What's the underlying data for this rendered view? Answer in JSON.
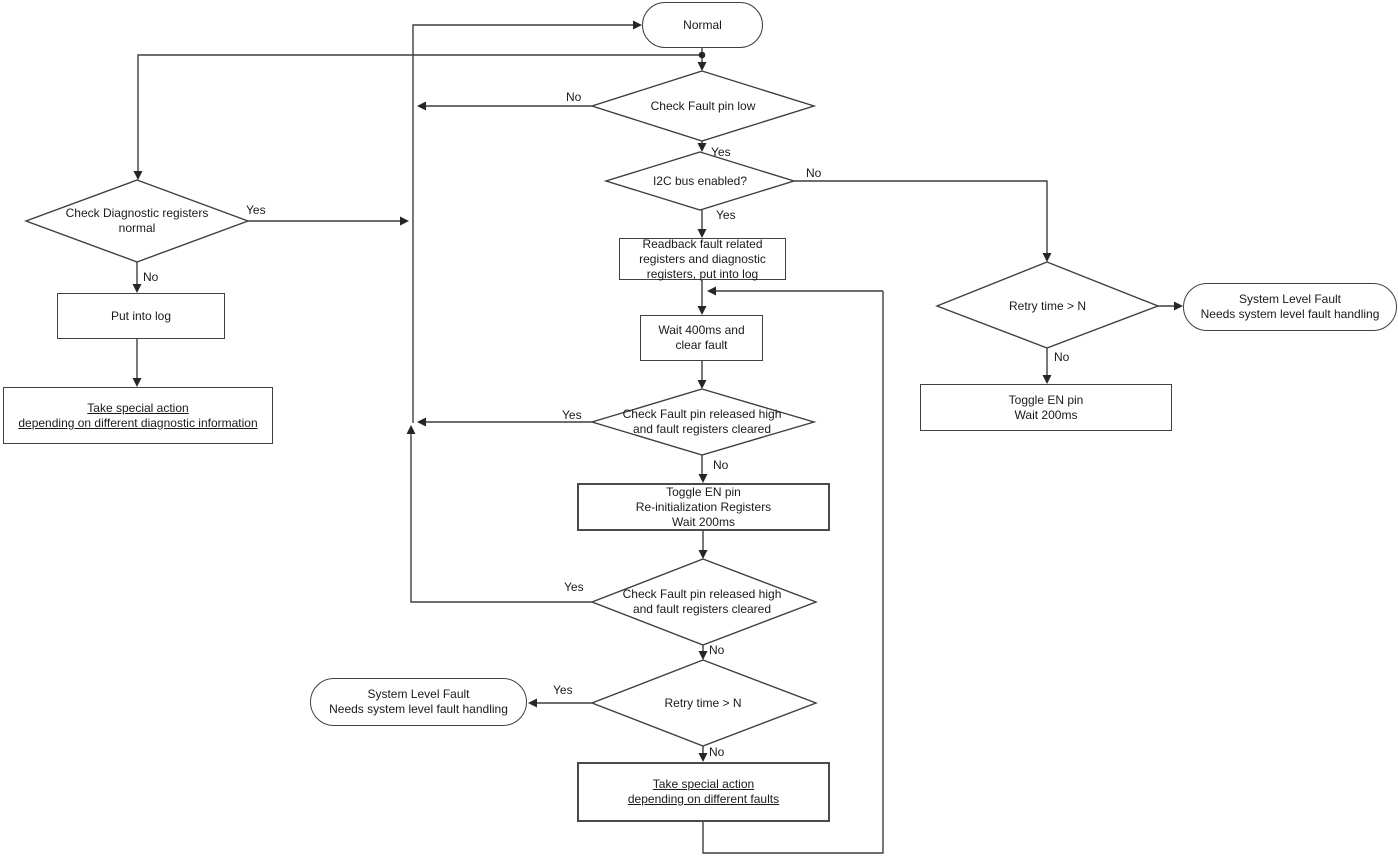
{
  "diagram": {
    "type": "flowchart",
    "colors": {
      "line": "#404040",
      "node_fill": "#ffffff",
      "text": "#1a1a1a"
    },
    "nodes": {
      "normal": "Normal",
      "check_fault_pin_low": "Check Fault pin low",
      "i2c_bus_enabled": "I2C bus enabled?",
      "readback_registers": "Readback fault related\nregisters and diagnostic\nregisters, put into log",
      "wait_400ms": "Wait 400ms and\nclear fault",
      "check_fault_released_1": "Check Fault pin released high\nand fault registers cleared",
      "toggle_en_reinit": "Toggle EN pin\nRe-initialization Registers\nWait 200ms",
      "check_fault_released_2": "Check Fault pin released high\nand fault registers cleared",
      "retry_time_center": "Retry time > N",
      "take_action_faults": "Take special action\ndepending on different faults",
      "system_fault_left": "System Level Fault\nNeeds system level fault handling",
      "check_diagnostic_normal": "Check Diagnostic registers\nnormal",
      "put_into_log": "Put into log",
      "take_action_diagnostic": "Take special action\ndepending on different diagnostic information",
      "retry_time_right": "Retry time > N",
      "system_fault_right": "System Level Fault\nNeeds system level fault handling",
      "toggle_en_wait": "Toggle EN pin\nWait 200ms"
    },
    "edge_labels": {
      "cfpl_no": "No",
      "cfpl_yes": "Yes",
      "i2c_no": "No",
      "i2c_yes": "Yes",
      "chk1_yes": "Yes",
      "chk1_no": "No",
      "chk2_yes": "Yes",
      "chk2_no": "No",
      "retry_c_yes": "Yes",
      "retry_c_no": "No",
      "diag_yes": "Yes",
      "diag_no": "No",
      "retry_r_no": "No"
    }
  }
}
